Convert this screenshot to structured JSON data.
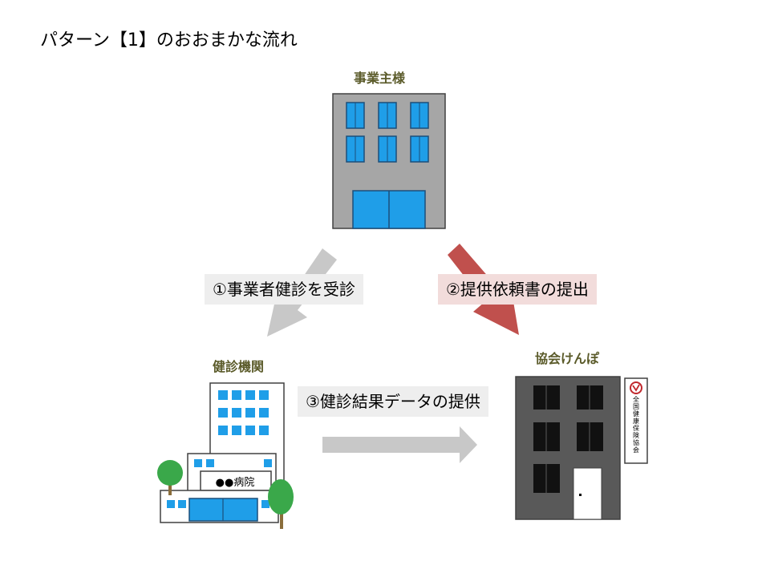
{
  "title": "パターン【1】のおおまかな流れ",
  "nodes": {
    "employer": {
      "label": "事業主様"
    },
    "hospital": {
      "label": "健診機関",
      "sign": "●●病院"
    },
    "kyokai": {
      "label": "協会けんぽ",
      "sign_lines": [
        "全",
        "国",
        "健",
        "康",
        "保",
        "険",
        "協",
        "会"
      ]
    }
  },
  "steps": [
    {
      "label": "①事業者健診を受診"
    },
    {
      "label": "②提供依頼書の提出"
    },
    {
      "label": "③健診結果データの提供"
    }
  ],
  "colors": {
    "gray_arrow": "#c8c8c8",
    "red_arrow": "#c0504d",
    "building_blue": "#1f9ee8",
    "building_gray": "#a6a6a6",
    "kyokai_window": "#111111",
    "label_text": "#5b5b2a"
  }
}
